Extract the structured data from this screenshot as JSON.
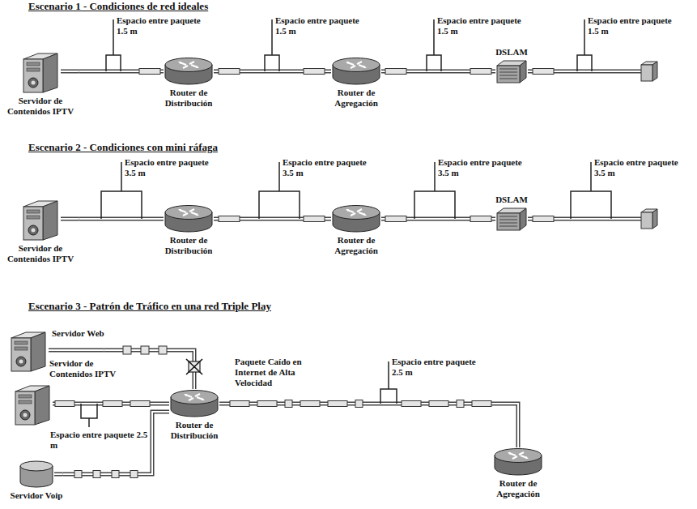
{
  "diagram": {
    "nodes": [
      {
        "text": [
          "Servidor de Contenidos IPTV"
        ]
      },
      {
        "text": [
          "Router de Distribución"
        ]
      },
      {
        "text": [
          "Router de Agregación"
        ]
      },
      {
        "text": [
          "DSLAM"
        ]
      },
      {
        "text": [
          "Servidor de Contenidos IPTV"
        ]
      },
      {
        "text": [
          "Router de Distribución"
        ]
      },
      {
        "text": [
          "Router de Agregación"
        ]
      },
      {
        "text": [
          "DSLAM"
        ]
      },
      {
        "text": [
          "Servidor Web"
        ]
      },
      {
        "text": [
          "Servidor de Contenidos IPTV"
        ]
      },
      {
        "text": [
          "Servidor Voip"
        ]
      },
      {
        "text": [
          "Router de Distribución"
        ]
      },
      {
        "text": [
          "Router de Agregación"
        ]
      }
    ],
    "edges": [
      {
        "from": 0,
        "to": 1,
        "arrow": "none"
      },
      {
        "from": 1,
        "to": 2,
        "arrow": "none"
      },
      {
        "from": 2,
        "to": 3,
        "arrow": "none"
      },
      {
        "from": 4,
        "to": 5,
        "arrow": "none"
      },
      {
        "from": 5,
        "to": 6,
        "arrow": "none"
      },
      {
        "from": 6,
        "to": 7,
        "arrow": "none"
      },
      {
        "from": 8,
        "to": 11,
        "arrow": "none"
      },
      {
        "from": 9,
        "to": 11,
        "arrow": "none"
      },
      {
        "from": 10,
        "to": 11,
        "arrow": "none"
      },
      {
        "from": 11,
        "to": 12,
        "arrow": "none"
      }
    ],
    "labels": [
      "Escenario 1 - Condiciones de red ideales",
      "Espacio entre paquete 1.5 m",
      "Espacio entre paquete 1.5 m",
      "Espacio entre paquete 1.5 m",
      "Espacio entre paquete 1.5 m",
      "Escenario 2 - Condiciones con mini ráfaga",
      "Espacio entre paquete 3.5 m",
      "Espacio entre paquete 3.5 m",
      "Espacio entre paquete 3.5 m",
      "Espacio entre paquete 3.5 m",
      "Escenario 3 - Patrón de Tráfico en una red Triple Play",
      "Paquete Caído en Internet de Alta Velocidad",
      "Espacio entre paquete 2.5 m",
      "Espacio entre paquete 2.5 m"
    ]
  }
}
